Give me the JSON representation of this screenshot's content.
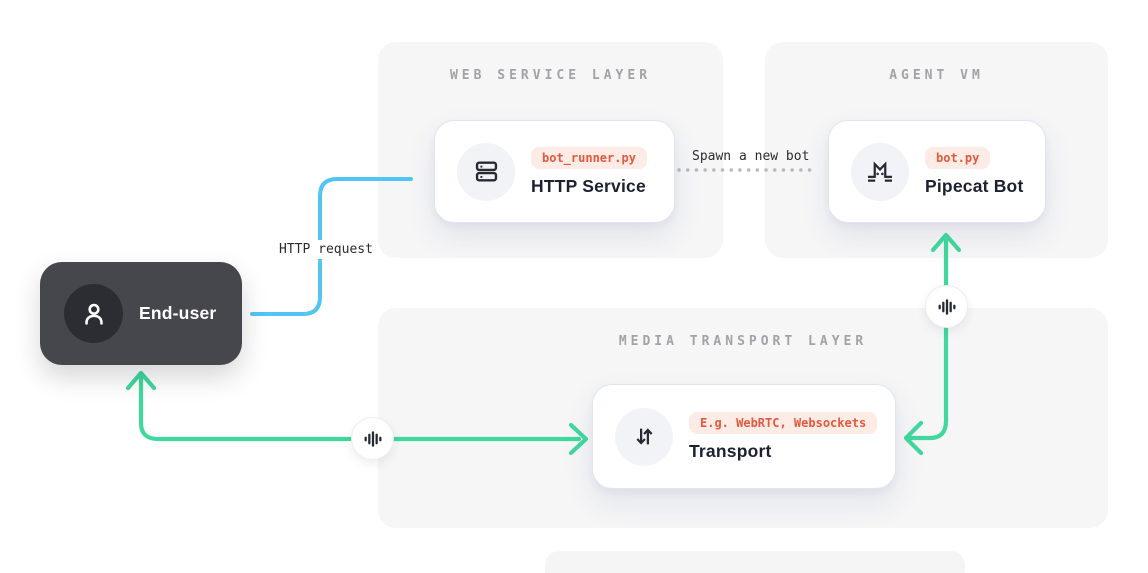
{
  "diagram": {
    "panels": [
      {
        "id": "web-service-layer",
        "label": "WEB SERVICE LAYER"
      },
      {
        "id": "agent-vm",
        "label": "AGENT VM"
      },
      {
        "id": "media-transport-layer",
        "label": "MEDIA TRANSPORT LAYER"
      }
    ],
    "nodes": {
      "end_user": {
        "title": "End-user",
        "icon": "user-icon"
      },
      "http_service": {
        "badge": "bot_runner.py",
        "title": "HTTP Service",
        "icon": "server-icon"
      },
      "pipecat_bot": {
        "badge": "bot.py",
        "title": "Pipecat Bot",
        "icon": "pipecat-cat-icon"
      },
      "transport": {
        "badge": "E.g. WebRTC, Websockets",
        "title": "Transport",
        "icon": "transport-arrows-icon"
      }
    },
    "edges": {
      "http_request": {
        "label": "HTTP request",
        "from": "end_user",
        "to": "http_service",
        "style": "solid",
        "color": "#52c5f5"
      },
      "spawn_bot": {
        "label": "Spawn a new bot",
        "from": "http_service",
        "to": "pipecat_bot",
        "style": "dotted",
        "color": "#b9b9bd"
      },
      "media_user_transport": {
        "label": "",
        "from": "end_user",
        "to": "transport",
        "style": "solid",
        "bidirectional": true,
        "color": "#41d89e",
        "icon": "waveform-icon"
      },
      "media_transport_pipecat": {
        "label": "",
        "from": "transport",
        "to": "pipecat_bot",
        "style": "solid",
        "bidirectional": true,
        "color": "#41d89e",
        "icon": "waveform-icon"
      }
    },
    "colors": {
      "green_media": "#41d89e",
      "blue_http": "#52c5f5",
      "panel_bg": "#f6f6f7",
      "panel_label": "#a2a2a8",
      "badge_bg": "#fdece5",
      "badge_text": "#e2593d",
      "card_title": "#1b2130",
      "end_user_bg": "#46464d",
      "dotted_line": "#b9b9bd",
      "icon_dark": "#262b33"
    }
  }
}
